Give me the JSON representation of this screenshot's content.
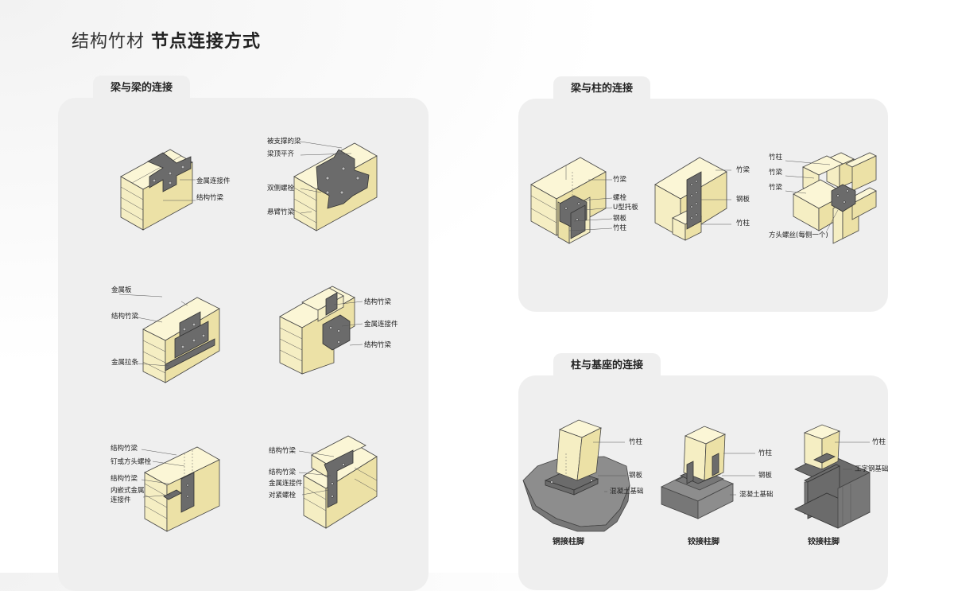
{
  "title": {
    "light": "结构竹材",
    "bold": "节点连接方式"
  },
  "sections": {
    "beam_beam": {
      "tab": "梁与梁的连接",
      "fig1": {
        "labels": [
          "金属连接件",
          "结构竹梁"
        ]
      },
      "fig2": {
        "labels": [
          "被支撑的梁",
          "梁顶平齐",
          "双侧螺栓",
          "悬臂竹梁"
        ]
      },
      "fig3": {
        "labels": [
          "金属板",
          "结构竹梁",
          "金属拉条"
        ]
      },
      "fig4": {
        "labels": [
          "结构竹梁",
          "金属连接件",
          "结构竹梁"
        ]
      },
      "fig5": {
        "labels": [
          "结构竹梁",
          "钉或方头螺栓",
          "结构竹梁",
          "内嵌式金属",
          "连接件"
        ]
      },
      "fig6": {
        "labels": [
          "结构竹梁",
          "结构竹梁",
          "金属连接件",
          "对紧螺栓"
        ]
      }
    },
    "beam_column": {
      "tab": "梁与柱的连接",
      "fig1": {
        "labels": [
          "竹梁",
          "螺栓",
          "U型托板",
          "钢板",
          "竹柱"
        ]
      },
      "fig2": {
        "labels": [
          "竹梁",
          "钢板",
          "竹柱"
        ]
      },
      "fig3": {
        "labels": [
          "竹柱",
          "竹梁",
          "竹梁",
          "方头螺丝(每侧一个)"
        ]
      }
    },
    "column_base": {
      "tab": "柱与基座的连接",
      "fig1": {
        "labels": [
          "竹柱",
          "钢板",
          "混凝土基础"
        ],
        "caption": "铜接柱脚"
      },
      "fig2": {
        "labels": [
          "竹柱",
          "钢板",
          "混凝土基础"
        ],
        "caption": "铰接柱脚"
      },
      "fig3": {
        "labels": [
          "竹柱",
          "工字钢基础"
        ],
        "caption": "铰接柱脚"
      }
    }
  },
  "colors": {
    "bamboo": "#f5eec3",
    "steel": "#6b6b6b",
    "concrete": "#8d8d8d",
    "panel": "#efefef"
  }
}
